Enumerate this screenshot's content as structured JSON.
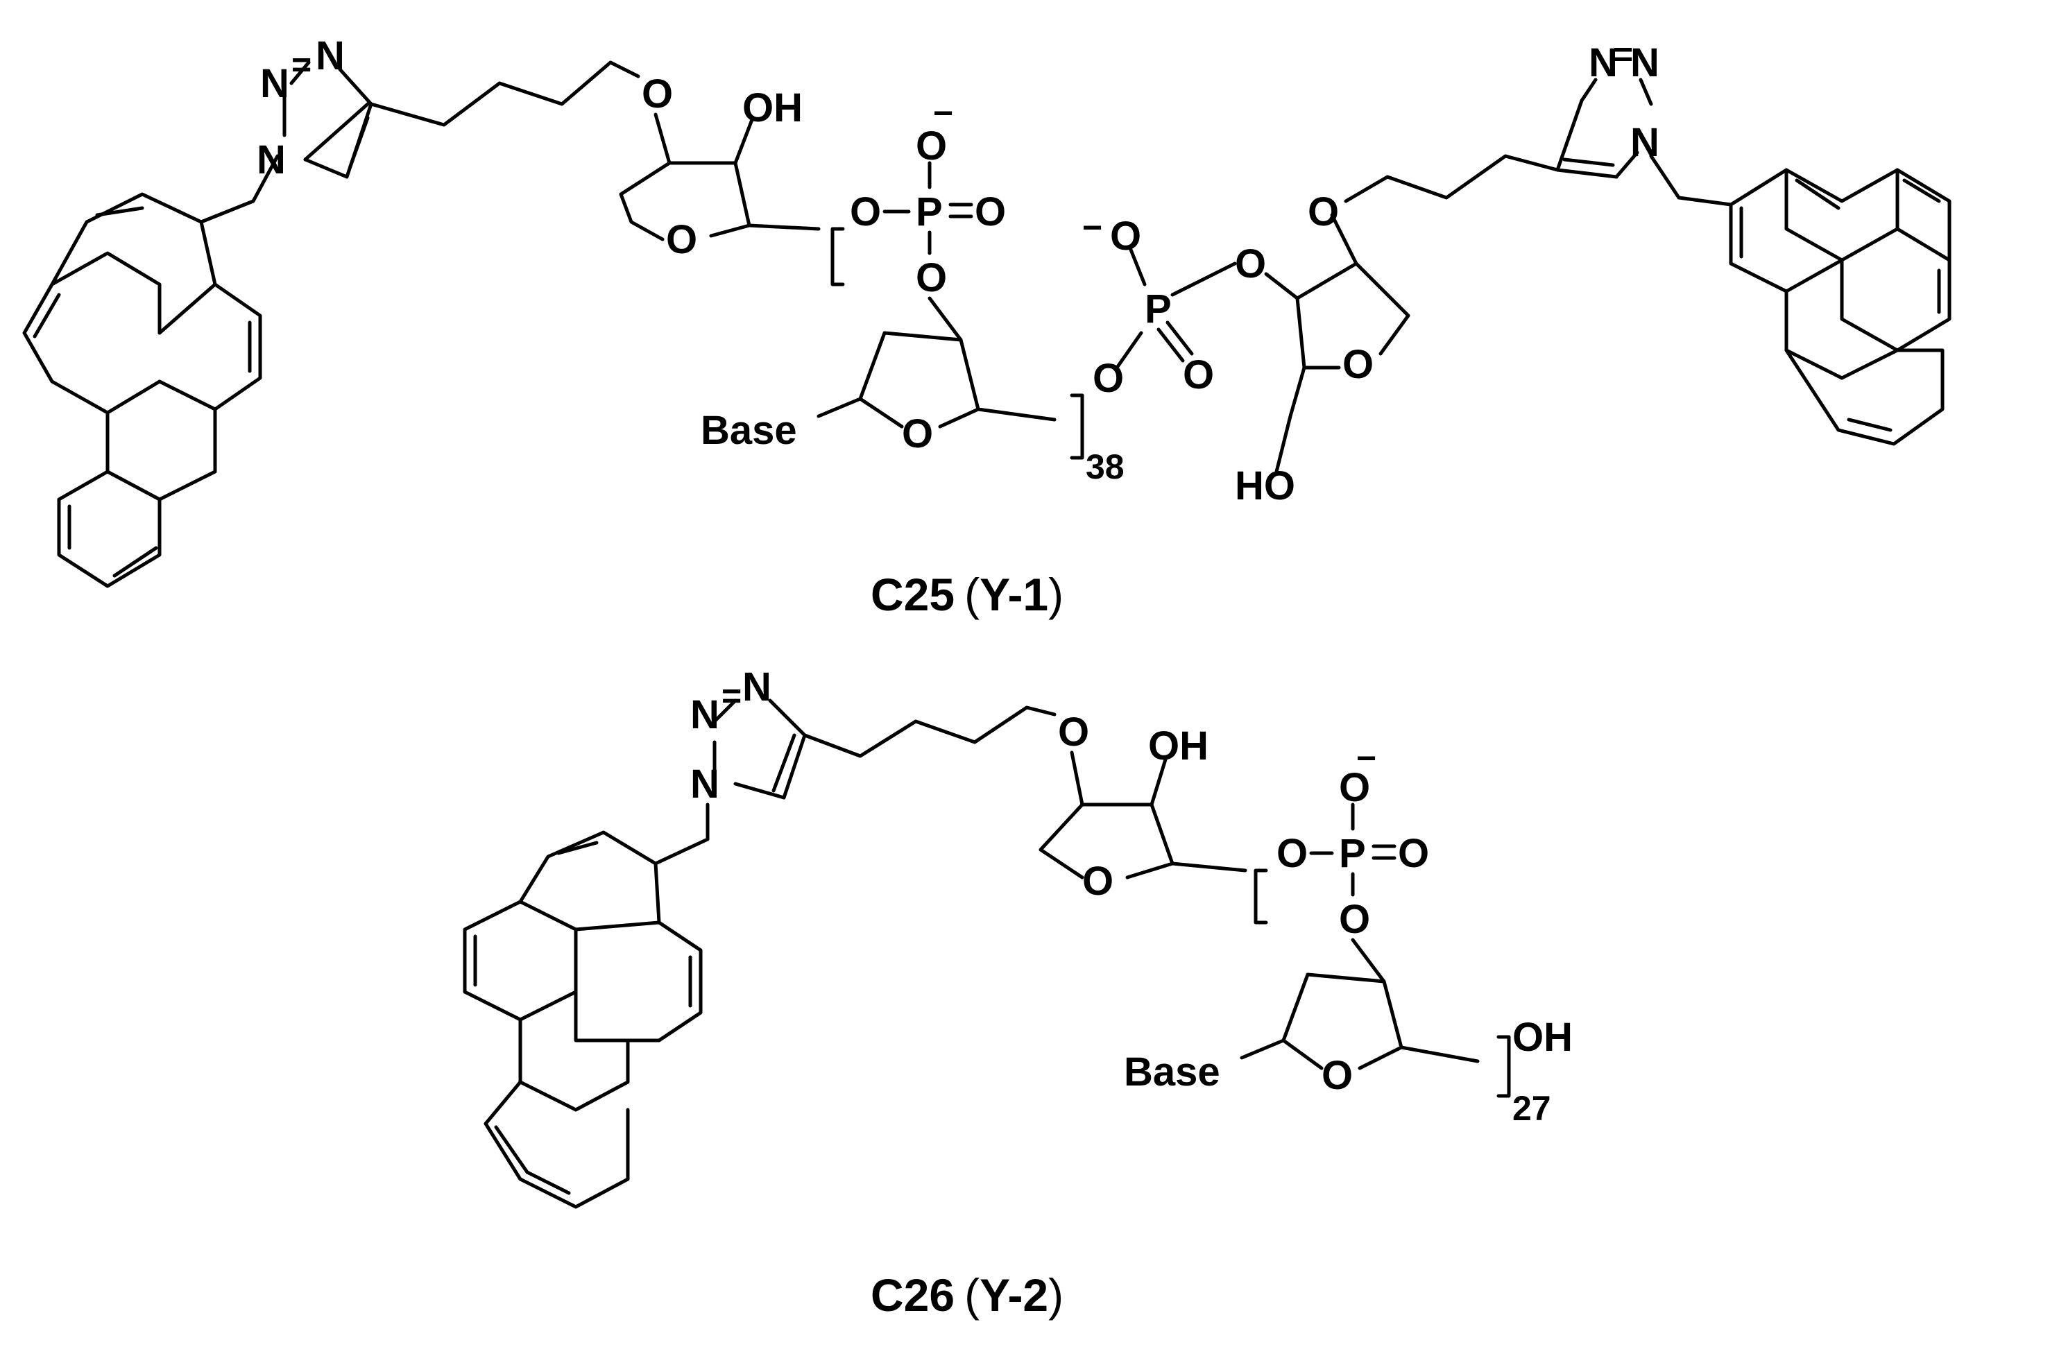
{
  "structures": [
    {
      "id": "C25",
      "caption_label": "C25",
      "caption_alias": "Y-1",
      "repeat_count": "38",
      "base_label": "Base",
      "hydroxyl_label": "OH",
      "hydroxyl_label_2": "HO",
      "phosphate": {
        "p": "P",
        "o": "O",
        "charge": "−"
      },
      "triazole_n": "N"
    },
    {
      "id": "C26",
      "caption_label": "C26",
      "caption_alias": "Y-2",
      "repeat_count": "27",
      "base_label": "Base",
      "hydroxyl_label": "OH",
      "terminal_label": "OH",
      "phosphate": {
        "p": "P",
        "o": "O",
        "charge": "−"
      },
      "triazole_n": "N"
    }
  ],
  "colors": {
    "ink": "#000000",
    "background": "#ffffff"
  }
}
